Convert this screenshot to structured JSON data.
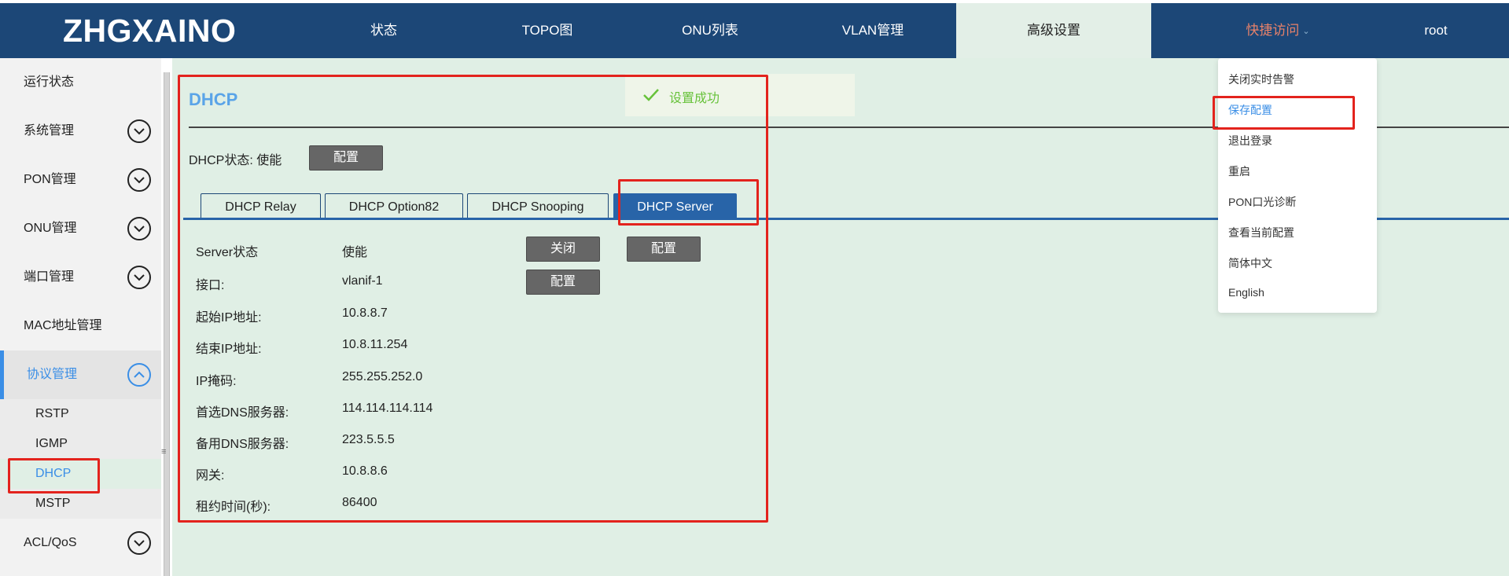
{
  "header": {
    "logo": "ZHGXAINO",
    "nav": [
      "状态",
      "TOPO图",
      "ONU列表",
      "VLAN管理",
      "高级设置"
    ],
    "quick_access": "快捷访问",
    "user": "root"
  },
  "sidebar": {
    "items": [
      {
        "label": "运行状态"
      },
      {
        "label": "系统管理"
      },
      {
        "label": "PON管理"
      },
      {
        "label": "ONU管理"
      },
      {
        "label": "端口管理"
      },
      {
        "label": "MAC地址管理"
      },
      {
        "label": "协议管理"
      },
      {
        "label": "ACL/QoS"
      }
    ],
    "sub_items": [
      "RSTP",
      "IGMP",
      "DHCP",
      "MSTP"
    ]
  },
  "main": {
    "title": "DHCP",
    "status_label": "DHCP状态: 使能",
    "config_btn": "配置",
    "tabs": [
      "DHCP Relay",
      "DHCP Option82",
      "DHCP Snooping",
      "DHCP Server"
    ],
    "rows": [
      {
        "label": "Server状态",
        "value": "使能"
      },
      {
        "label": "接口:",
        "value": "vlanif-1"
      },
      {
        "label": "起始IP地址:",
        "value": "10.8.8.7"
      },
      {
        "label": "结束IP地址:",
        "value": "10.8.11.254"
      },
      {
        "label": "IP掩码:",
        "value": "255.255.252.0"
      },
      {
        "label": "首选DNS服务器:",
        "value": "114.114.114.114"
      },
      {
        "label": "备用DNS服务器:",
        "value": "223.5.5.5"
      },
      {
        "label": "网关:",
        "value": "10.8.8.6"
      },
      {
        "label": "租约时间(秒):",
        "value": "86400"
      }
    ],
    "close_btn": "关闭",
    "server_config_btn": "配置",
    "iface_config_btn": "配置"
  },
  "toast": {
    "text": "设置成功"
  },
  "dropdown": {
    "items": [
      "关闭实时告警",
      "保存配置",
      "退出登录",
      "重启",
      "PON口光诊断",
      "查看当前配置",
      "简体中文",
      "English"
    ]
  },
  "colors": {
    "header_bg": "#1c4777",
    "content_bg": "#e0efe5",
    "accent": "#3a8ee6",
    "annotation": "#e3231d"
  }
}
